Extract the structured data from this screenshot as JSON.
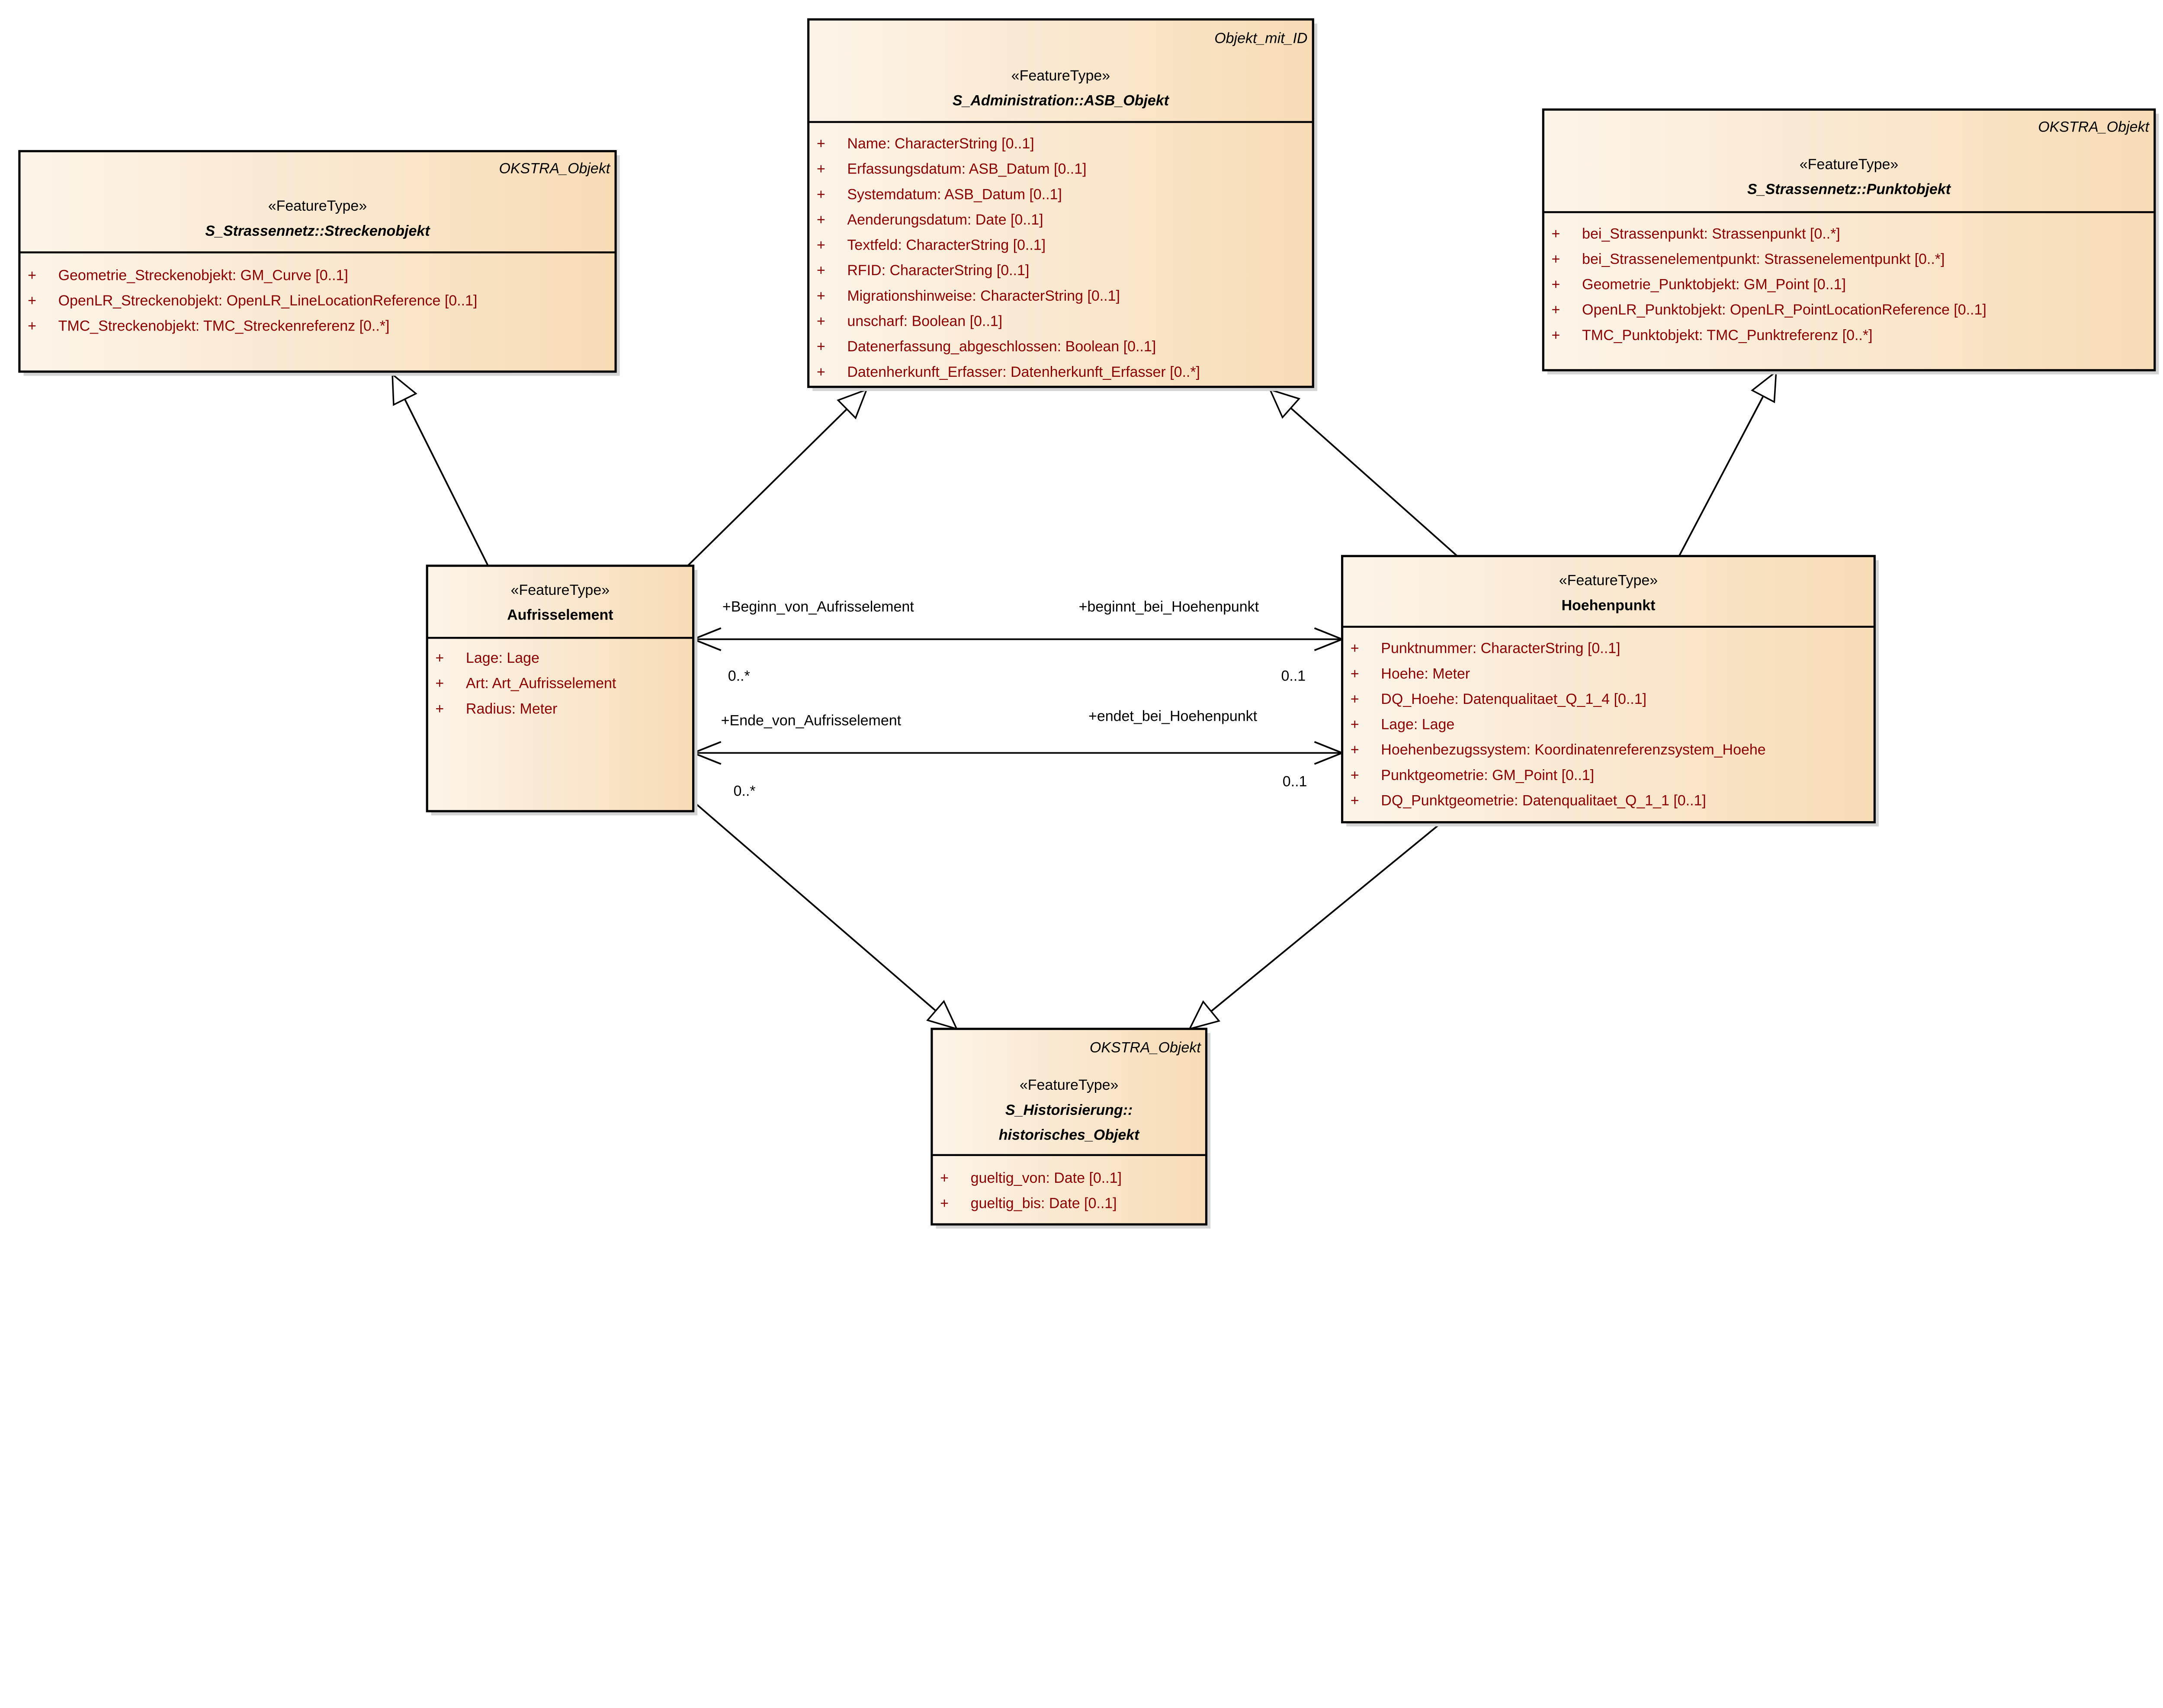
{
  "classes": {
    "streckenobjekt": {
      "parent_tag": "OKSTRA_Objekt",
      "stereotype": "«FeatureType»",
      "name": "S_Strassennetz::Streckenobjekt",
      "attributes": [
        "Geometrie_Streckenobjekt: GM_Curve [0..1]",
        "OpenLR_Streckenobjekt: OpenLR_LineLocationReference [0..1]",
        "TMC_Streckenobjekt: TMC_Streckenreferenz [0..*]"
      ]
    },
    "asb_objekt": {
      "parent_tag": "Objekt_mit_ID",
      "stereotype": "«FeatureType»",
      "name": "S_Administration::ASB_Objekt",
      "attributes": [
        "Name: CharacterString [0..1]",
        "Erfassungsdatum: ASB_Datum [0..1]",
        "Systemdatum: ASB_Datum [0..1]",
        "Aenderungsdatum: Date [0..1]",
        "Textfeld: CharacterString [0..1]",
        "RFID: CharacterString [0..1]",
        "Migrationshinweise: CharacterString [0..1]",
        "unscharf: Boolean [0..1]",
        "Datenerfassung_abgeschlossen: Boolean [0..1]",
        "Datenherkunft_Erfasser: Datenherkunft_Erfasser [0..*]"
      ]
    },
    "punktobjekt": {
      "parent_tag": "OKSTRA_Objekt",
      "stereotype": "«FeatureType»",
      "name": "S_Strassennetz::Punktobjekt",
      "attributes": [
        "bei_Strassenpunkt: Strassenpunkt [0..*]",
        "bei_Strassenelementpunkt: Strassenelementpunkt [0..*]",
        "Geometrie_Punktobjekt: GM_Point [0..1]",
        "OpenLR_Punktobjekt: OpenLR_PointLocationReference [0..1]",
        "TMC_Punktobjekt: TMC_Punktreferenz [0..*]"
      ]
    },
    "aufrisselement": {
      "stereotype": "«FeatureType»",
      "name": "Aufrisselement",
      "attributes": [
        "Lage: Lage",
        "Art: Art_Aufrisselement",
        "Radius: Meter"
      ]
    },
    "hoehenpunkt": {
      "stereotype": "«FeatureType»",
      "name": "Hoehenpunkt",
      "attributes": [
        "Punktnummer: CharacterString [0..1]",
        "Hoehe: Meter",
        "DQ_Hoehe: Datenqualitaet_Q_1_4 [0..1]",
        "Lage: Lage",
        "Hoehenbezugssystem: Koordinatenreferenzsystem_Hoehe",
        "Punktgeometrie: GM_Point [0..1]",
        "DQ_Punktgeometrie: Datenqualitaet_Q_1_1 [0..1]"
      ]
    },
    "historisches_objekt": {
      "parent_tag": "OKSTRA_Objekt",
      "stereotype": "«FeatureType»",
      "name_line1": "S_Historisierung::",
      "name_line2": "historisches_Objekt",
      "attributes": [
        "gueltig_von: Date [0..1]",
        "gueltig_bis: Date [0..1]"
      ]
    }
  },
  "visibility_symbol": "+",
  "associations": {
    "beginn": {
      "source_role": "+Beginn_von_Aufrisselement",
      "target_role": "+beginnt_bei_Hoehenpunkt",
      "source_multiplicity": "0..*",
      "target_multiplicity": "0..1"
    },
    "ende": {
      "source_role": "+Ende_von_Aufrisselement",
      "target_role": "+endet_bei_Hoehenpunkt",
      "source_multiplicity": "0..*",
      "target_multiplicity": "0..1"
    }
  },
  "colors": {
    "box_fill_left": "#fdf4e9",
    "box_fill_right": "#f7dcb6",
    "attribute_text": "#8b0000",
    "border": "#000000"
  }
}
